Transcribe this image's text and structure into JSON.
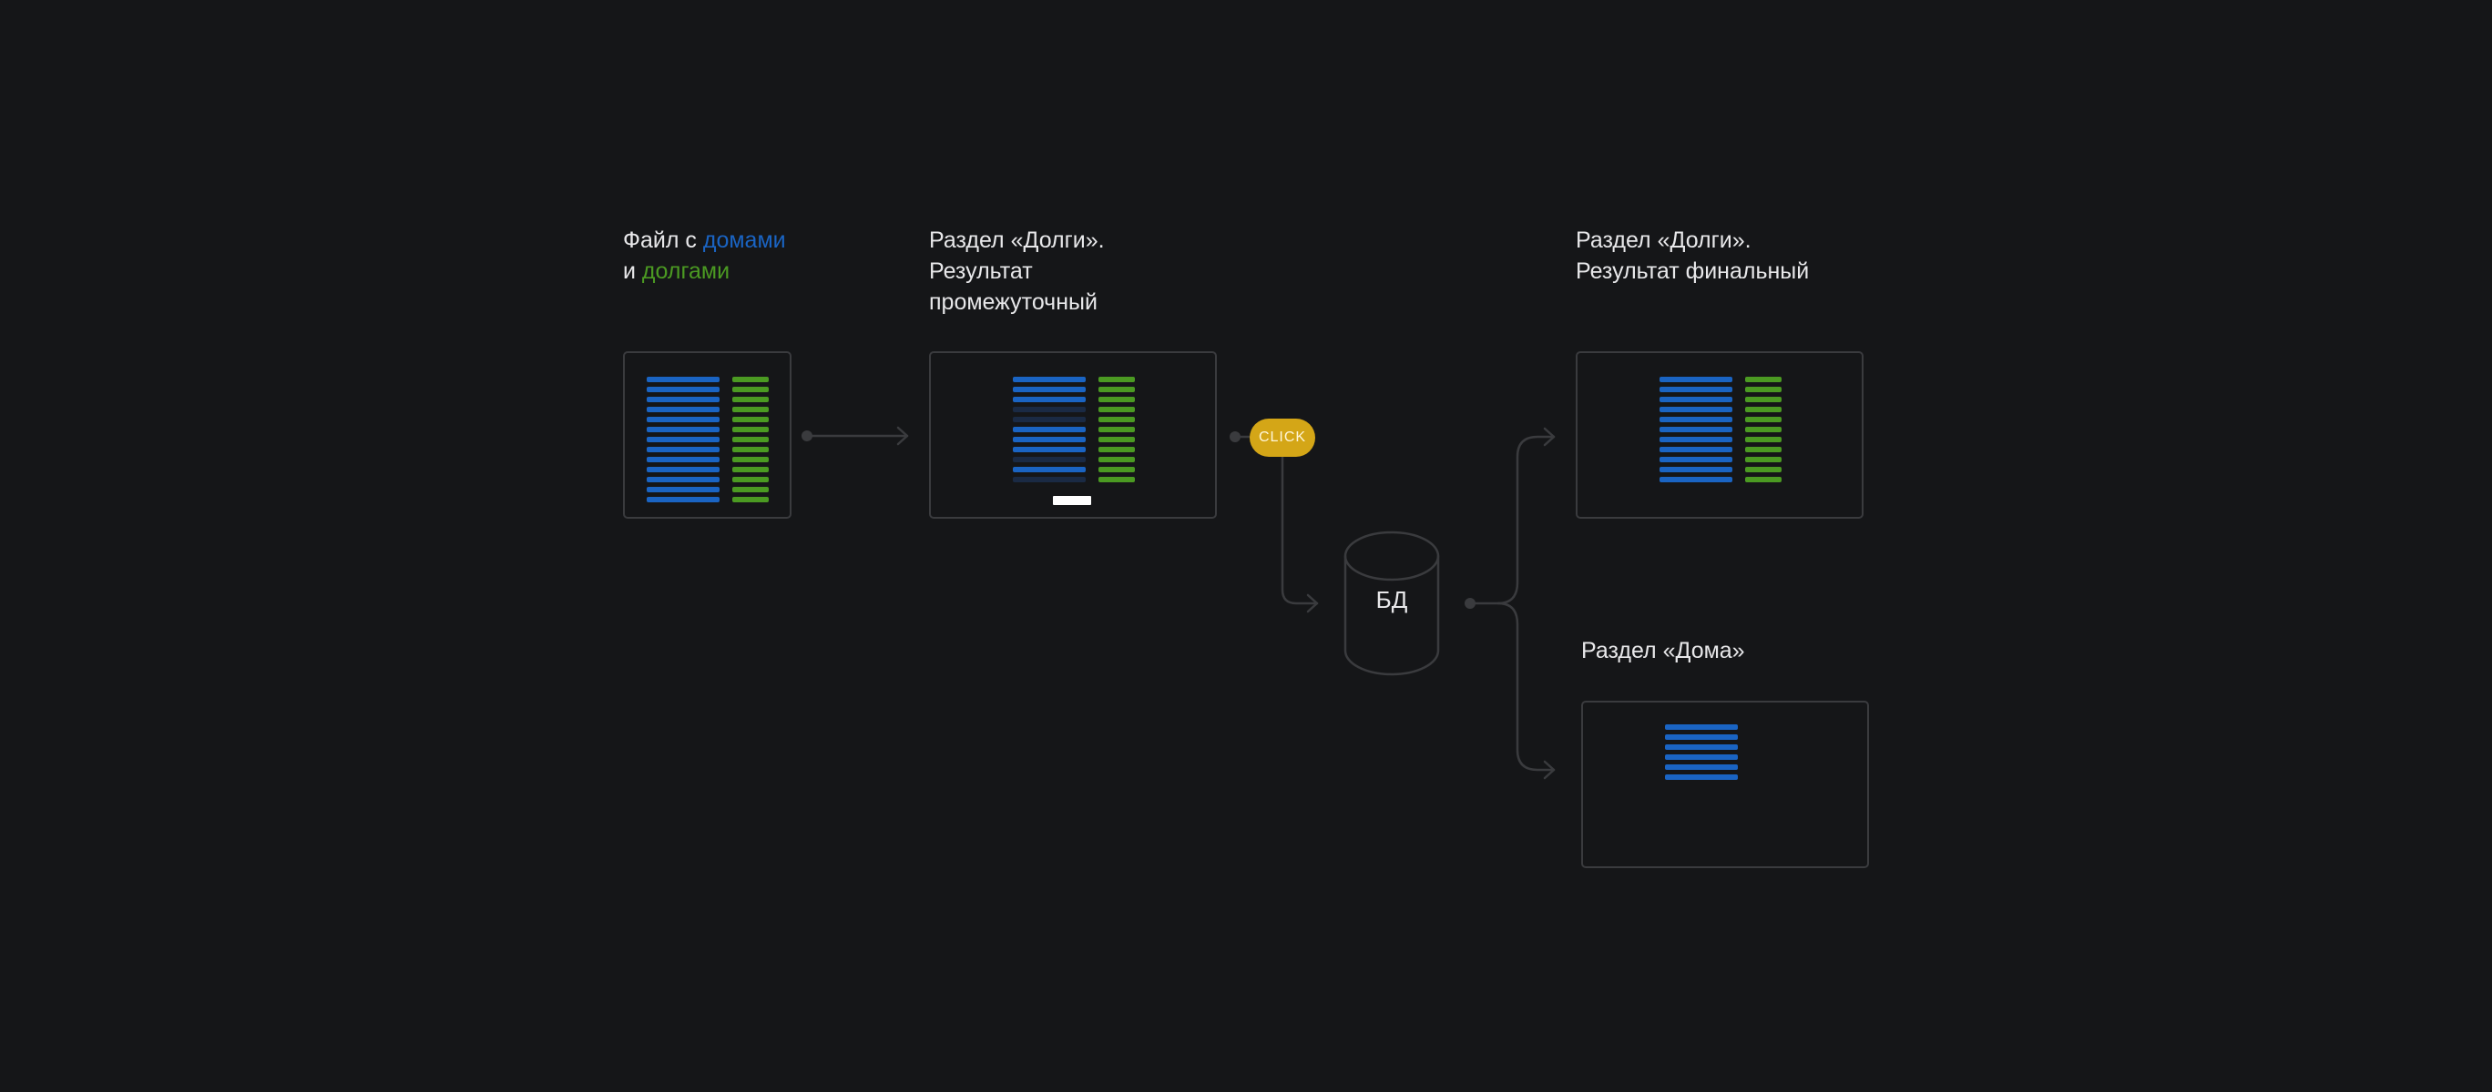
{
  "labels": {
    "source": {
      "prefix": "Файл с ",
      "houses": "домами",
      "line2_prefix": "и ",
      "debts": "долгами"
    },
    "intermediate": {
      "line1": "Раздел «Долги».",
      "line2": "Результат",
      "line3": "промежуточный"
    },
    "final": {
      "line1": "Раздел «Долги».",
      "line2": "Результат финальный"
    },
    "houses_section": {
      "line1": "Раздел «Дома»"
    }
  },
  "click_label": "CLICK",
  "db_label": "БД",
  "colors": {
    "background": "#151618",
    "houses": "#1a64c3",
    "debts": "#4b9a22",
    "click": "#d4a617",
    "connector": "#3a3b3e"
  }
}
